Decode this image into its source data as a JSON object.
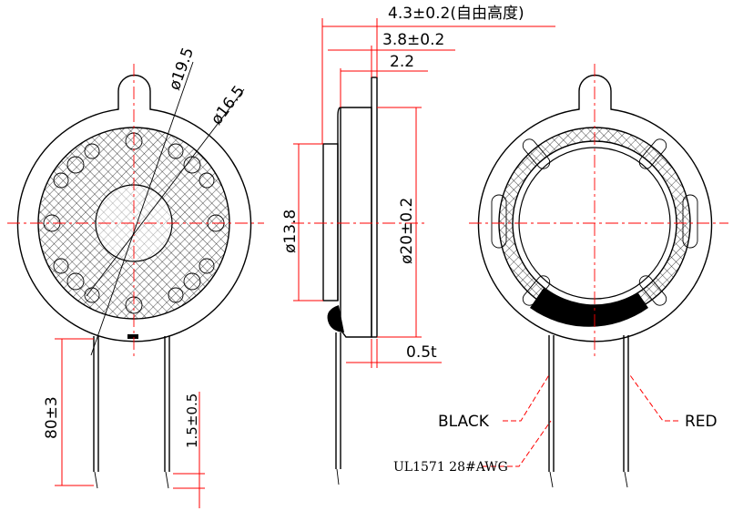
{
  "dimensions": {
    "free_height": "4.3±0.2(自由高度)",
    "height_38": "3.8±0.2",
    "height_22": "2.2",
    "dia_195": "ø19.5",
    "dia_165": "ø16.5",
    "dia_138": "ø13.8",
    "dia_20": "ø20±0.2",
    "thickness": "0.5t",
    "wire_length": "80±3",
    "strip_length": "1.5±0.5"
  },
  "labels": {
    "black": "BLACK",
    "red": "RED",
    "wire_spec": "UL1571 28#AWG"
  },
  "colors": {
    "outline": "#000000",
    "centerline": "#ff0000",
    "dimension": "#ff0000"
  }
}
